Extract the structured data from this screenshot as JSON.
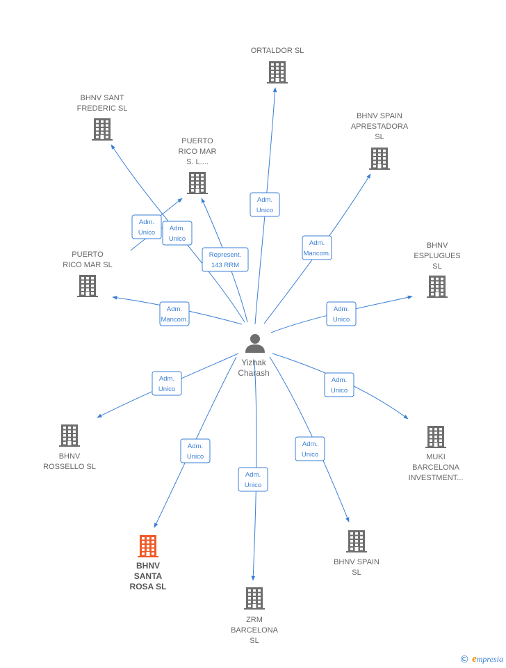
{
  "person": {
    "lines": [
      "Yizhak",
      "Charash"
    ]
  },
  "companies": [
    {
      "id": "ortaldor",
      "lines": [
        "ORTALDOR  SL"
      ],
      "highlight": false
    },
    {
      "id": "bhnv-sant-frederic",
      "lines": [
        "BHNV SANT",
        "FREDERIC  SL"
      ],
      "highlight": false
    },
    {
      "id": "bhnv-spain-aprestadora",
      "lines": [
        "BHNV SPAIN",
        "APRESTADORA",
        "SL"
      ],
      "highlight": false
    },
    {
      "id": "puerto-rico-mar-sl-2",
      "lines": [
        "PUERTO",
        "RICO MAR",
        "S. L...."
      ],
      "highlight": false
    },
    {
      "id": "puerto-rico-mar-sl",
      "lines": [
        "PUERTO",
        "RICO MAR SL"
      ],
      "highlight": false
    },
    {
      "id": "bhnv-esplugues",
      "lines": [
        "BHNV",
        "ESPLUGUES",
        "SL"
      ],
      "highlight": false
    },
    {
      "id": "bhnv-rossello",
      "lines": [
        "BHNV",
        "ROSSELLO  SL"
      ],
      "highlight": false
    },
    {
      "id": "muki-barcelona",
      "lines": [
        "MUKI",
        "BARCELONA",
        "INVESTMENT..."
      ],
      "highlight": false
    },
    {
      "id": "bhnv-santa-rosa",
      "lines": [
        "BHNV",
        "SANTA",
        "ROSA  SL"
      ],
      "highlight": true
    },
    {
      "id": "bhnv-spain",
      "lines": [
        "BHNV SPAIN",
        "SL"
      ],
      "highlight": false
    },
    {
      "id": "zrm-barcelona",
      "lines": [
        "ZRM",
        "BARCELONA",
        "SL"
      ],
      "highlight": false
    }
  ],
  "relations": [
    {
      "to": "ortaldor",
      "lines": [
        "Adm.",
        "Unico"
      ]
    },
    {
      "to": "bhnv-sant-frederic",
      "lines": [
        "Adm.",
        "Unico"
      ]
    },
    {
      "to": "puerto-rico-mar-sl-2",
      "lines": [
        "Adm.",
        "Unico"
      ]
    },
    {
      "to": "puerto-rico-mar-sl-2",
      "lines": [
        "Represent.",
        "143 RRM"
      ]
    },
    {
      "to": "bhnv-spain-aprestadora",
      "lines": [
        "Adm.",
        "Mancom."
      ]
    },
    {
      "to": "puerto-rico-mar-sl",
      "lines": [
        "Adm.",
        "Mancom."
      ]
    },
    {
      "to": "bhnv-esplugues",
      "lines": [
        "Adm.",
        "Unico"
      ]
    },
    {
      "to": "bhnv-rossello",
      "lines": [
        "Adm.",
        "Unico"
      ]
    },
    {
      "to": "muki-barcelona",
      "lines": [
        "Adm.",
        "Unico"
      ]
    },
    {
      "to": "bhnv-santa-rosa",
      "lines": [
        "Adm.",
        "Unico"
      ]
    },
    {
      "to": "bhnv-spain",
      "lines": [
        "Adm.",
        "Unico"
      ]
    },
    {
      "to": "zrm-barcelona",
      "lines": [
        "Adm.",
        "Unico"
      ]
    }
  ],
  "colors": {
    "edge": "#3a7fd5",
    "building": "#6e6e6e",
    "highlight": "#f05a28",
    "person": "#6e6e6e"
  },
  "brand": {
    "copyright": "©",
    "initial": "e",
    "name": "mpresia"
  }
}
